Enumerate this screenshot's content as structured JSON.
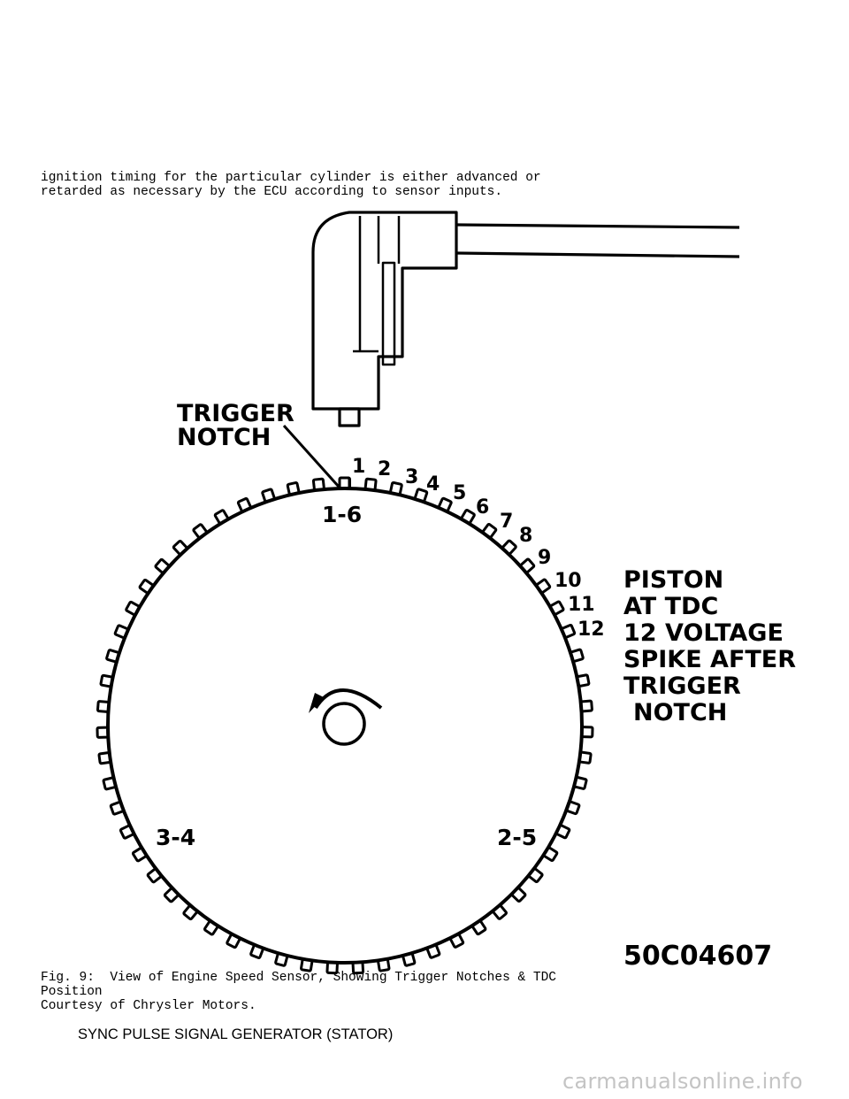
{
  "intro_text": {
    "line1": "ignition timing for the particular cylinder is either advanced or",
    "line2": "retarded as necessary by the ECU according to sensor inputs."
  },
  "diagram": {
    "trigger_label": {
      "line1": "TRIGGER",
      "line2": "NOTCH"
    },
    "piston_label": {
      "line1": "PISTON",
      "line2": "AT TDC",
      "line3": "12 VOLTAGE",
      "line4": "SPIKE AFTER",
      "line5": "TRIGGER",
      "line6": "NOTCH"
    },
    "cylinder_labels": {
      "top": "1-6",
      "left": "3-4",
      "right": "2-5"
    },
    "tooth_numbers": [
      "1",
      "2",
      "3",
      "4",
      "5",
      "6",
      "7",
      "8",
      "9",
      "10",
      "11",
      "12"
    ],
    "figure_id": "50C04607"
  },
  "caption": {
    "line1": "Fig. 9:  View of Engine Speed Sensor, Showing Trigger Notches & TDC",
    "line2": "Position",
    "line3": "Courtesy of Chrysler Motors."
  },
  "section_heading": "SYNC PULSE SIGNAL GENERATOR (STATOR)",
  "watermark": "carmanualsonline.info"
}
